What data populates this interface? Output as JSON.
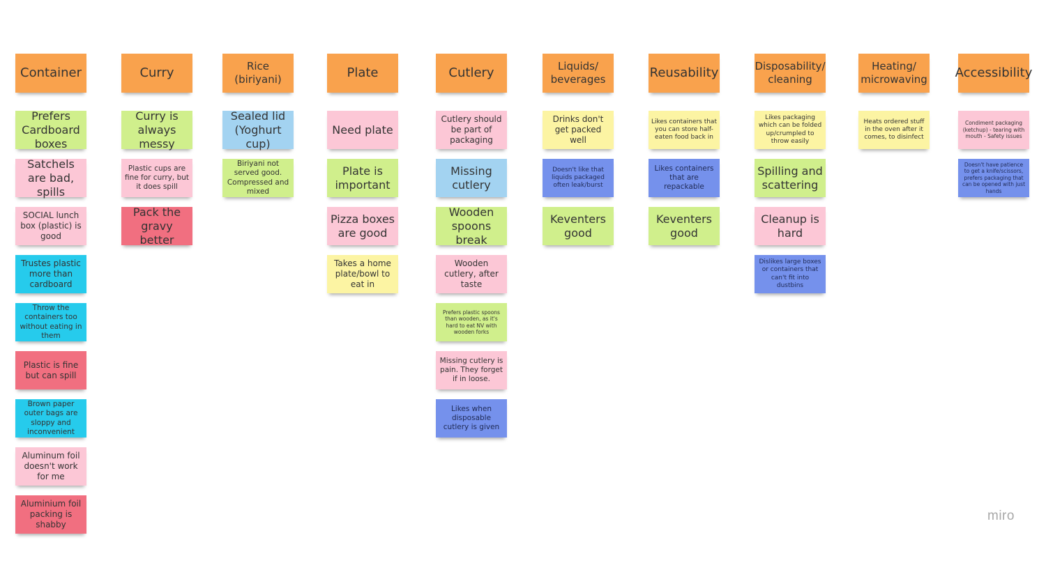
{
  "brand": "miro",
  "colors": {
    "orange": "#f9a24d",
    "green": "#d0ef8c",
    "pink": "#fcc7d6",
    "cyan": "#26cbec",
    "red": "#f16f80",
    "blue": "#7591ec",
    "yellow": "#fcf4a3",
    "lightblue": "#a3d3f1"
  },
  "columns": [
    {
      "header": "Container",
      "notes": [
        {
          "text": "Prefers Cardboard boxes",
          "color": "green"
        },
        {
          "text": "Satchels are bad, spills",
          "color": "pink"
        },
        {
          "text": "SOCIAL lunch box (plastic) is good",
          "color": "pink"
        },
        {
          "text": "Trustes plastic more than cardboard",
          "color": "cyan"
        },
        {
          "text": "Throw the containers too without eating in them",
          "color": "cyan"
        },
        {
          "text": "Plastic is fine but can spill",
          "color": "red"
        },
        {
          "text": "Brown paper outer bags are sloppy and inconvenient",
          "color": "cyan"
        },
        {
          "text": "Aluminum foil doesn't work for me",
          "color": "pink"
        },
        {
          "text": "Aluminium foil packing is shabby",
          "color": "red"
        }
      ]
    },
    {
      "header": "Curry",
      "notes": [
        {
          "text": "Curry is always messy",
          "color": "green"
        },
        {
          "text": "Plastic cups are fine for curry, but it does spill",
          "color": "pink"
        },
        {
          "text": "Pack the gravy better",
          "color": "red"
        }
      ]
    },
    {
      "header": "Rice (biriyani)",
      "notes": [
        {
          "text": "Sealed lid (Yoghurt cup)",
          "color": "lightblue"
        },
        {
          "text": "Biriyani not served good. Compressed and mixed",
          "color": "green"
        }
      ]
    },
    {
      "header": "Plate",
      "notes": [
        {
          "text": "Need plate",
          "color": "pink"
        },
        {
          "text": "Plate is important",
          "color": "green"
        },
        {
          "text": "Pizza boxes are good",
          "color": "pink"
        },
        {
          "text": "Takes a home plate/bowl to eat in",
          "color": "yellow"
        }
      ]
    },
    {
      "header": "Cutlery",
      "notes": [
        {
          "text": "Cutlery should be part of packaging",
          "color": "pink"
        },
        {
          "text": "Missing cutlery",
          "color": "lightblue"
        },
        {
          "text": "Wooden spoons break",
          "color": "green"
        },
        {
          "text": "Wooden cutlery, after taste",
          "color": "pink"
        },
        {
          "text": "Prefers plastic spoons than wooden, as it's hard to eat NV with wooden forks",
          "color": "green"
        },
        {
          "text": "Missing cutlery is pain. They forget if in loose.",
          "color": "pink"
        },
        {
          "text": "Likes when disposable cutlery is given",
          "color": "blue"
        }
      ]
    },
    {
      "header": "Liquids/ beverages",
      "notes": [
        {
          "text": "Drinks don't get packed well",
          "color": "yellow"
        },
        {
          "text": "Doesn't like that liquids packaged often leak/burst",
          "color": "blue"
        },
        {
          "text": "Keventers good",
          "color": "green"
        }
      ]
    },
    {
      "header": "Reusability",
      "notes": [
        {
          "text": "Likes containers that you can store half-eaten food back in",
          "color": "yellow"
        },
        {
          "text": "Likes containers that are repackable",
          "color": "blue"
        },
        {
          "text": "Keventers good",
          "color": "green"
        }
      ]
    },
    {
      "header": "Disposability/ cleaning",
      "notes": [
        {
          "text": "Likes packaging which can be folded up/crumpled to throw easily",
          "color": "yellow"
        },
        {
          "text": "Spilling and scattering",
          "color": "green"
        },
        {
          "text": "Cleanup is hard",
          "color": "pink"
        },
        {
          "text": "Dislikes large boxes or containers that can't fit into dustbins",
          "color": "blue"
        }
      ]
    },
    {
      "header": "Heating/ microwaving",
      "notes": [
        {
          "text": "Heats ordered stuff in the oven after it comes, to disinfect",
          "color": "yellow"
        }
      ]
    },
    {
      "header": "Accessibility",
      "notes": [
        {
          "text": "Condiment packaging (ketchup) - tearing with mouth - Safety issues",
          "color": "pink"
        },
        {
          "text": "Doesn't have patience to get a knife/scissors, prefers packaging that can be opened with just hands",
          "color": "blue"
        }
      ]
    }
  ]
}
